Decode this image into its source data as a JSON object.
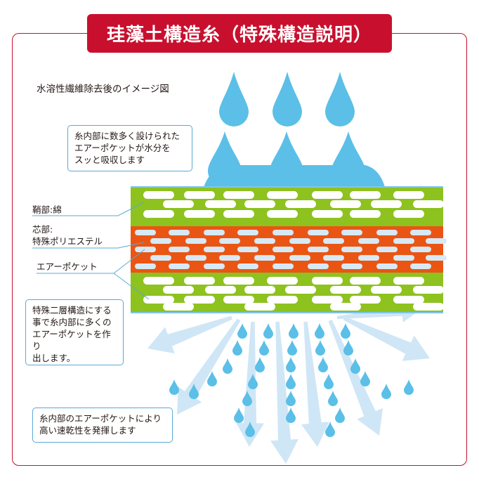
{
  "title": "珪藻土構造糸（特殊構造説明）",
  "subtitle": "水溶性繊維除去後のイメージ図",
  "callouts": {
    "absorb": "糸内部に数多く設けられた\nエアーポケットが水分を\nスッと吸収します",
    "structure": "特殊二層構造にする\n事で糸内部に多くの\nエアーポケットを作り\n出します。",
    "drying": "糸内部のエアーポケットにより\n高い速乾性を発揮します"
  },
  "labels": {
    "sheath": "鞘部:綿",
    "core": "芯部:\n特殊ポリエステル",
    "pocket": "エアーポケット"
  },
  "colors": {
    "frame": "#c8102e",
    "sheath": "#8dc21f",
    "core": "#ea5514",
    "pocket_sheath": "#ffffff",
    "pocket_core": "#d7e9f4",
    "water": "#5bbfe8",
    "arrow": "#cfe6f6",
    "callout_border": "#5aa9d6"
  },
  "icons": {
    "drop": "water-drop-icon",
    "arrow": "evaporation-arrow-icon"
  }
}
